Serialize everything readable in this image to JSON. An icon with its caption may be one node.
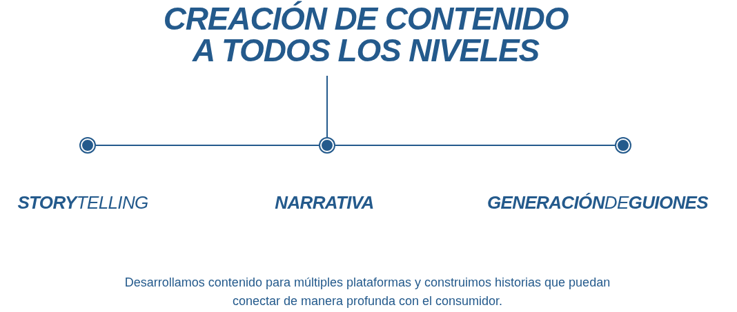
{
  "diagram": {
    "title": "CREACIÓN DE CONTENIDO A TODOS LOS NIVELES",
    "nodes": [
      {
        "text": [],
        "shape": "circle",
        "beside": [
          "**STORY**TELLING"
        ]
      },
      {
        "text": [],
        "shape": "circle",
        "beside": [
          "**NARRATIVA**"
        ]
      },
      {
        "text": [],
        "shape": "circle",
        "beside": [
          "**GENERACIÓN**DE**GUIONES**"
        ]
      }
    ],
    "edges": [
      {
        "from": null,
        "to": 1,
        "arrow": "none"
      },
      {
        "from": 0,
        "to": 1,
        "arrow": "none"
      },
      {
        "from": 1,
        "to": 2,
        "arrow": "none"
      }
    ],
    "labels": [
      "Desarrollamos contenido para múltiples plataformas y construimos historias que puedan conectar de manera profunda con el consumidor."
    ]
  }
}
